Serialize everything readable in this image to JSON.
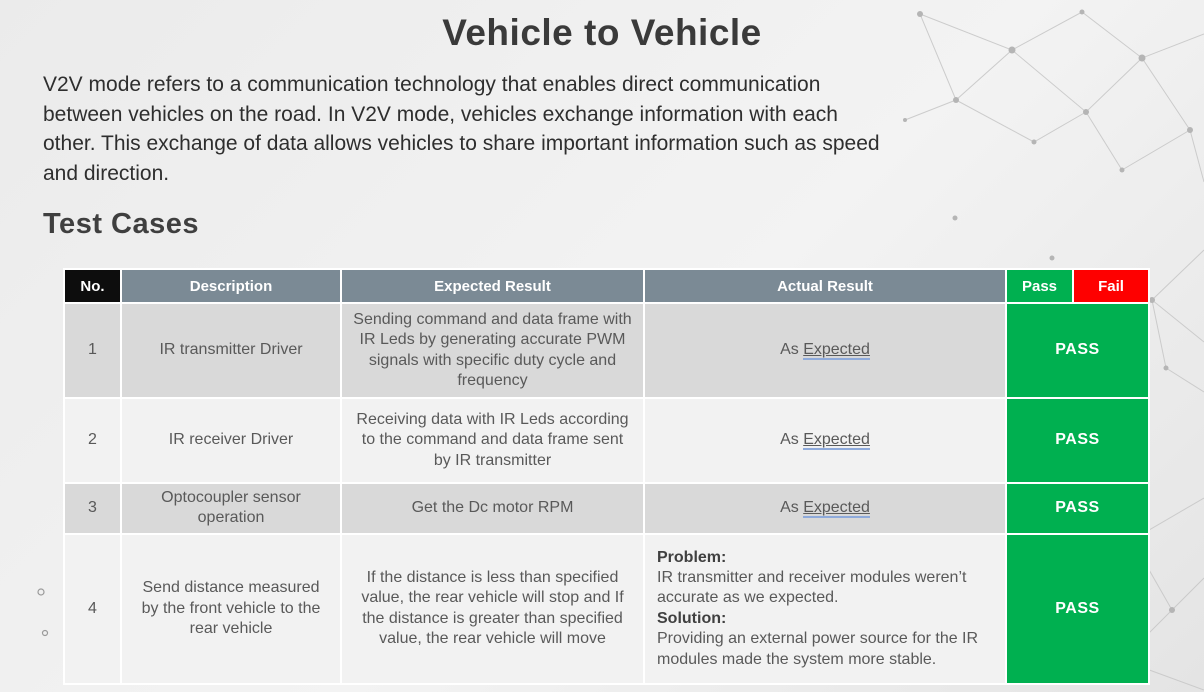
{
  "title": "Vehicle to Vehicle",
  "intro": "V2V mode refers to a communication technology that enables direct communication between vehicles on the road. In V2V mode, vehicles exchange information with each other. This exchange of data allows vehicles to share important information such as speed and direction.",
  "section_heading": "Test Cases",
  "table": {
    "headers": {
      "no": "No.",
      "description": "Description",
      "expected": "Expected Result",
      "actual": "Actual Result",
      "pass": "Pass",
      "fail": "Fail"
    },
    "rows": [
      {
        "no": "1",
        "description": "IR transmitter Driver",
        "expected": "Sending command and data frame with IR Leds by generating accurate PWM signals with specific duty cycle and frequency",
        "actual_prefix": "As ",
        "actual_emphasis": "Expected",
        "result": "PASS"
      },
      {
        "no": "2",
        "description": "IR receiver Driver",
        "expected": "Receiving data with IR Leds according to the command and data frame sent by IR transmitter",
        "actual_prefix": "As ",
        "actual_emphasis": "Expected",
        "result": "PASS"
      },
      {
        "no": "3",
        "description": "Optocoupler sensor operation",
        "expected": "Get the Dc motor RPM",
        "actual_prefix": "As ",
        "actual_emphasis": "Expected",
        "result": "PASS"
      },
      {
        "no": "4",
        "description": "Send distance measured by the front vehicle to the rear vehicle",
        "expected": "If the distance is less than specified value, the rear vehicle will stop  and If the distance is greater than specified value, the rear vehicle will move",
        "actual": {
          "problem_label": "Problem:",
          "problem_text": "IR transmitter and receiver modules weren’t accurate as we expected.",
          "solution_label": "Solution:",
          "solution_text": "Providing an external power source for the IR modules made the system more stable."
        },
        "result": "PASS"
      }
    ]
  },
  "colors": {
    "pass_green": "#00b050",
    "fail_red": "#fe0000",
    "header_gray": "#7b8a95",
    "header_black": "#0d0d0d",
    "row_dark": "#d9d9d9",
    "row_light": "#f2f2f2",
    "cell_text": "#595959",
    "underline_blue": "#8eaadb"
  }
}
